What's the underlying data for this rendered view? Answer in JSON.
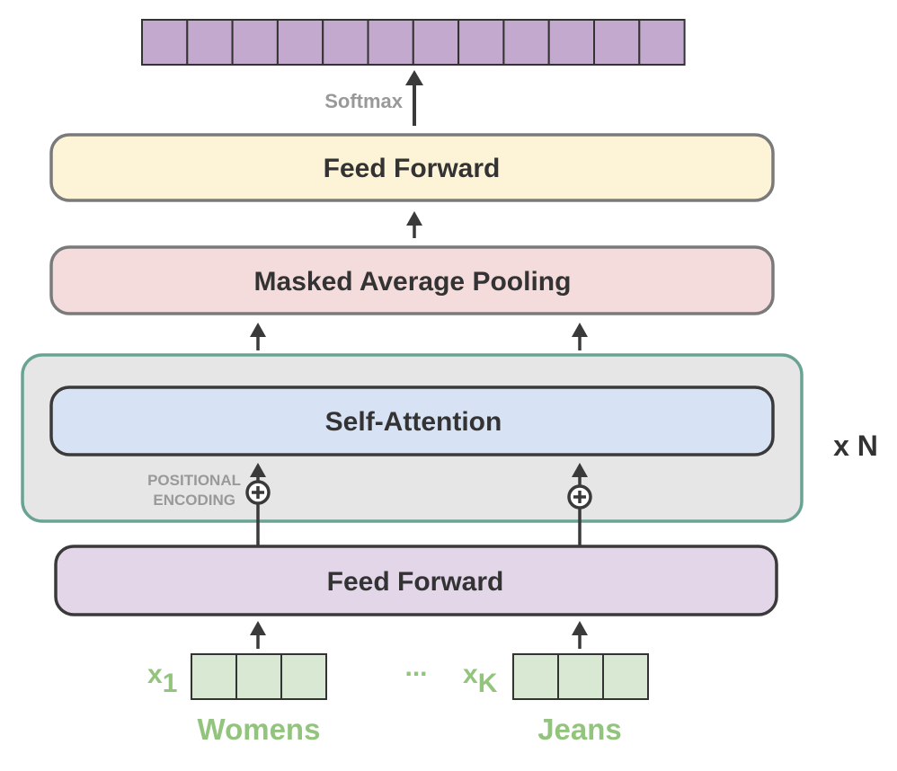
{
  "diagram": {
    "output_cells": 12,
    "input_cells_per_token": 3,
    "softmax_label": "Softmax",
    "top_feed_forward_label": "Feed Forward",
    "pooling_label": "Masked Average Pooling",
    "attention_label": "Self-Attention",
    "repeat_label": "x N",
    "positional_encoding_line1": "POSITIONAL",
    "positional_encoding_line2": "ENCODING",
    "bottom_feed_forward_label": "Feed Forward",
    "ellipsis": "...",
    "tokens": [
      {
        "var": "x",
        "sub": "1",
        "word": "Womens"
      },
      {
        "var": "x",
        "sub": "K",
        "word": "Jeans"
      }
    ],
    "colors": {
      "output_cell": "#c2a9cd",
      "top_ff_fill": "#fdf3d6",
      "pool_fill": "#f5dcdc",
      "stack_fill": "#e6e6e6",
      "stack_border": "#6aa393",
      "attention_fill": "#d7e3f4",
      "bottom_ff_fill": "#e3d6e9",
      "input_cell": "#d8e8d2",
      "token_green": "#93c47d",
      "stroke": "#3a3a3a",
      "muted": "#999999"
    }
  }
}
